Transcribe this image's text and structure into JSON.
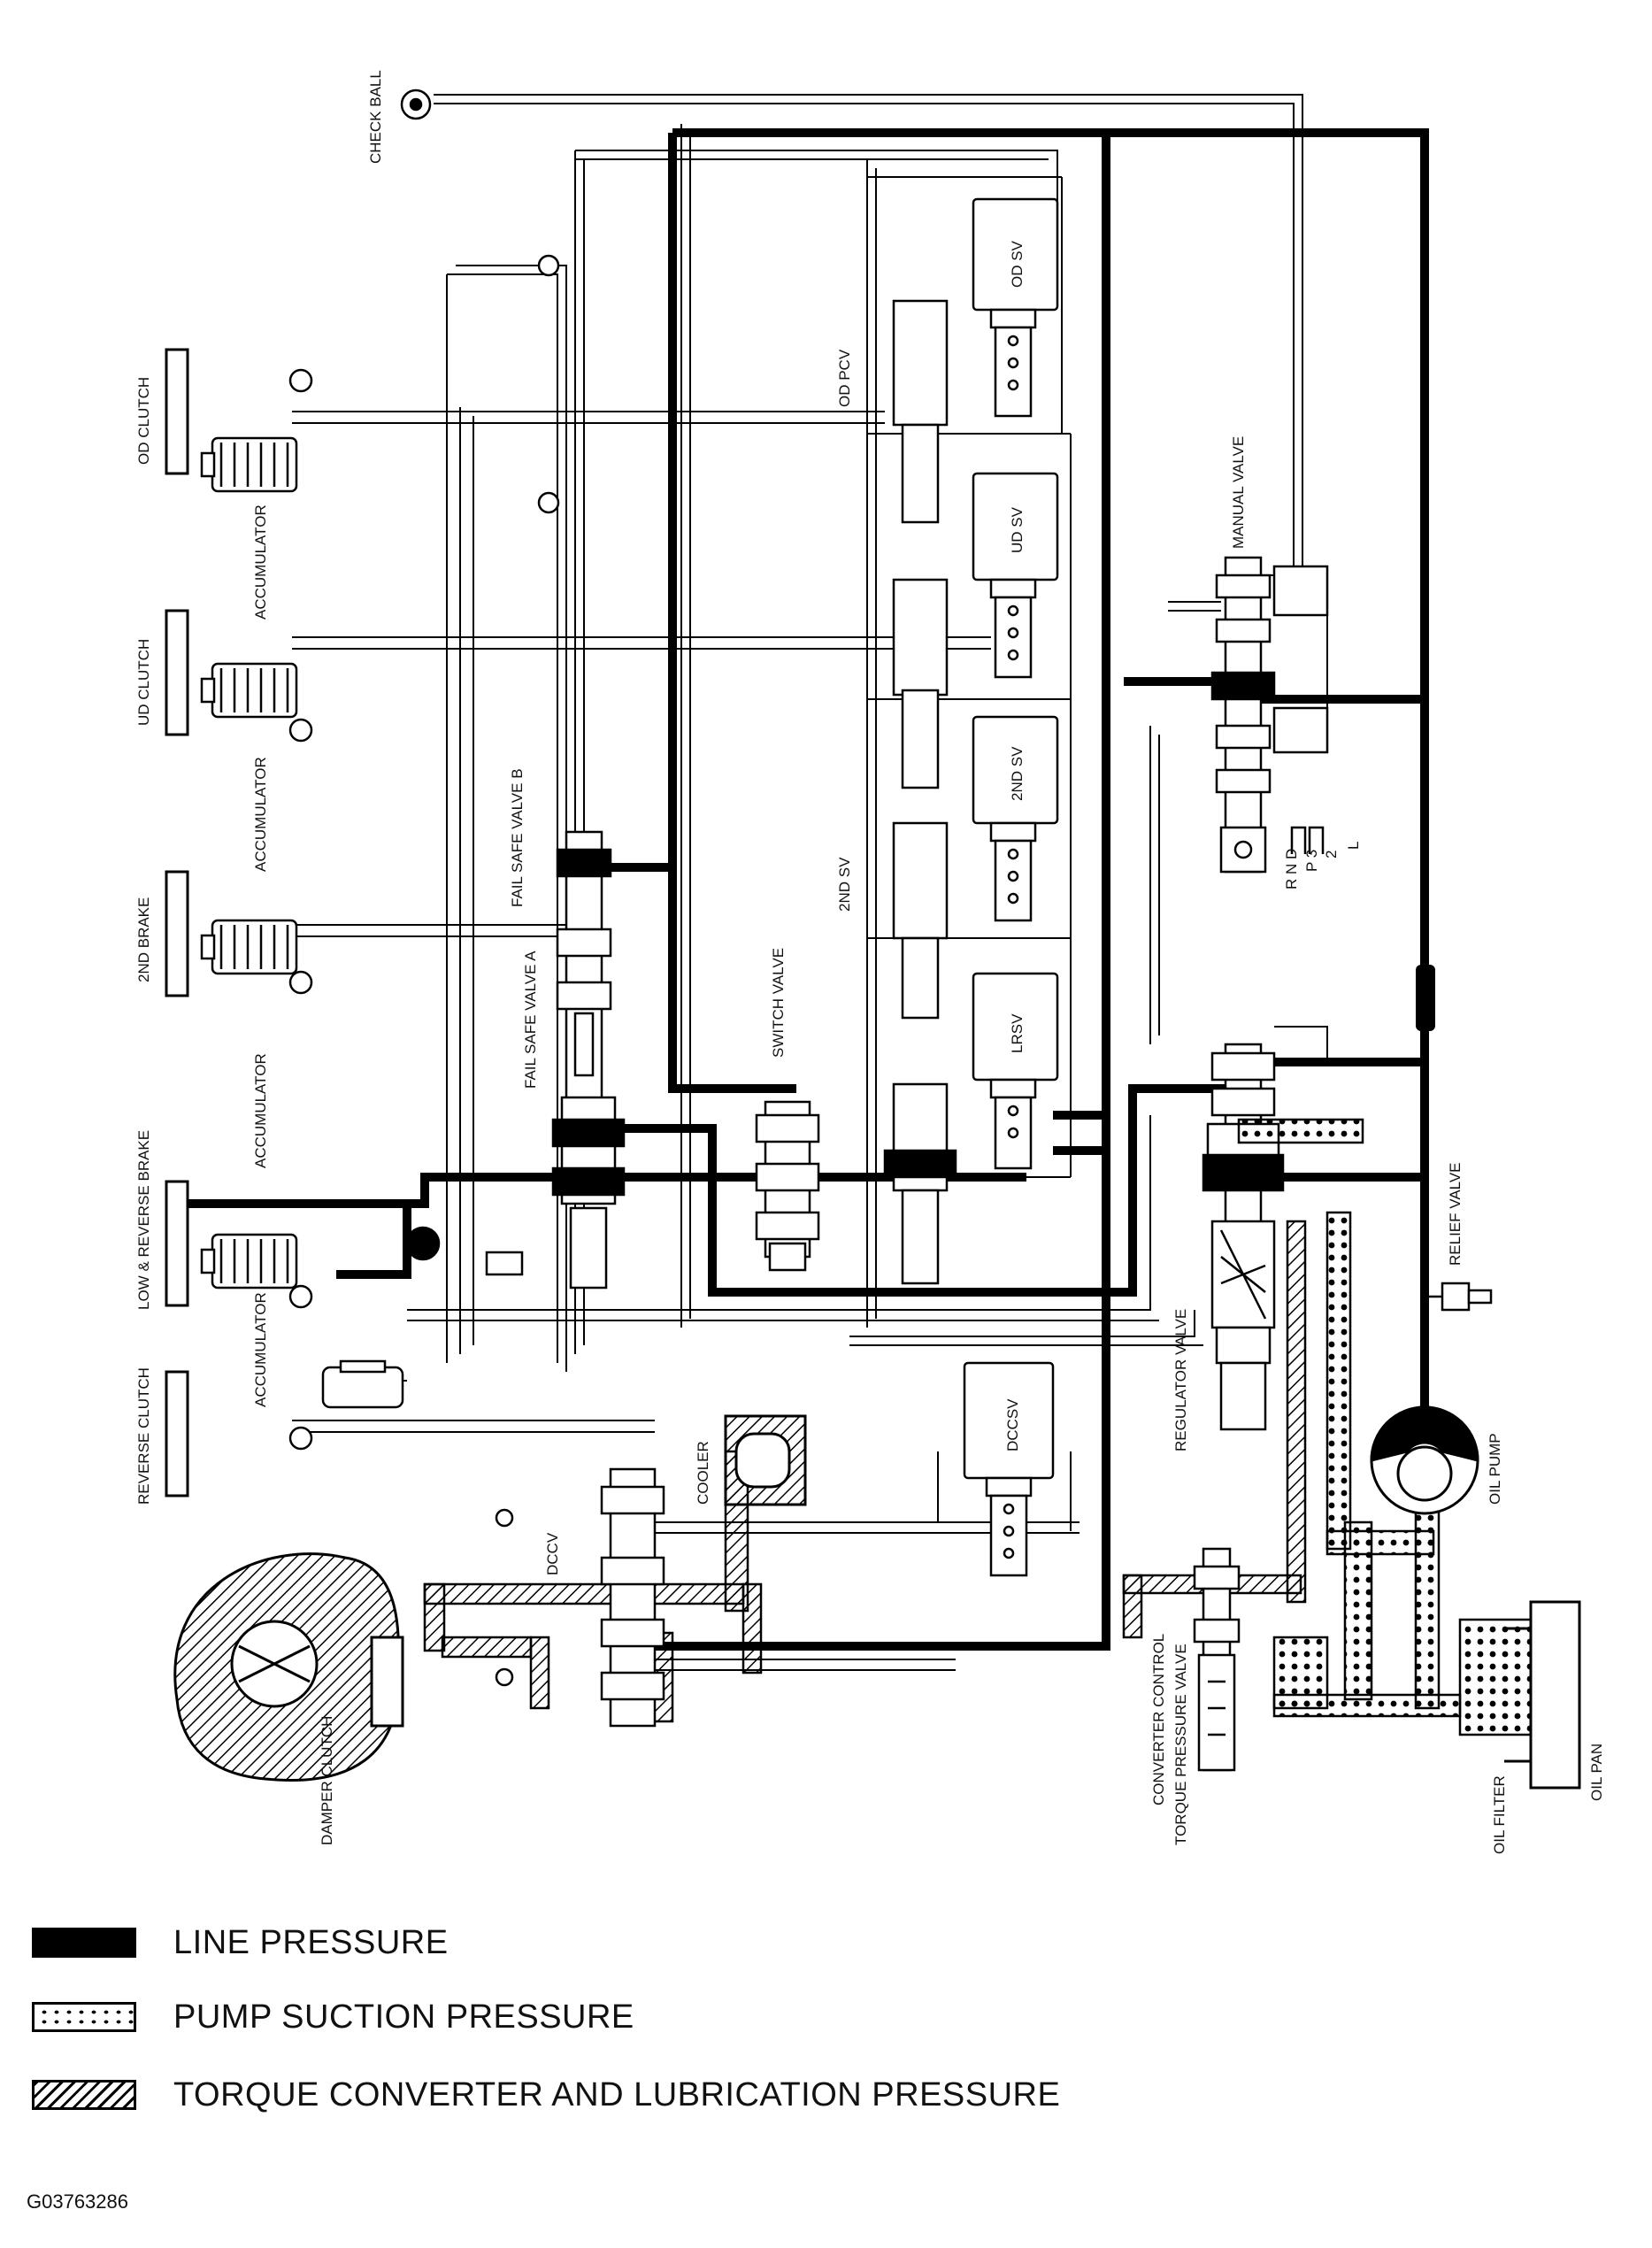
{
  "labels": {
    "check_ball": "CHECK BALL",
    "od_clutch": "OD CLUTCH",
    "accumulator_1": "ACCUMULATOR",
    "ud_clutch": "UD CLUTCH",
    "accumulator_2": "ACCUMULATOR",
    "second_brake": "2ND BRAKE",
    "accumulator_3": "ACCUMULATOR",
    "low_reverse_brake": "LOW & REVERSE BRAKE",
    "accumulator_4": "ACCUMULATOR",
    "reverse_clutch": "REVERSE CLUTCH",
    "fail_safe_valve_b": "FAIL SAFE VALVE B",
    "fail_safe_valve_a": "FAIL SAFE VALVE A",
    "switch_valve": "SWITCH VALVE",
    "od_pcv": "OD PCV",
    "second_sv_label": "2ND SV",
    "od_sv": "OD SV",
    "ud_sv": "UD SV",
    "second_sv_box": "2ND SV",
    "lrsv": "LRSV",
    "dccsv": "DCCSV",
    "manual_valve": "MANUAL VALVE",
    "gear_range": "R N D",
    "gear_p3": "P 3",
    "gear_2": "2",
    "gear_l": "L",
    "relief_valve": "RELIEF VALVE",
    "regulator_valve": "REGULATOR VALVE",
    "oil_pump": "OIL PUMP",
    "cooler": "COOLER",
    "dccv": "DCCV",
    "converter_control": "CONVERTER CONTROL",
    "torque_pressure_valve": "TORQUE PRESSURE VALVE",
    "damper_clutch": "DAMPER CLUTCH",
    "oil_filter": "OIL FILTER",
    "oil_pan": "OIL PAN"
  },
  "legend": {
    "line_pressure": "LINE PRESSURE",
    "pump_suction_pressure": "PUMP SUCTION PRESSURE",
    "torque_converter_pressure": "TORQUE CONVERTER AND LUBRICATION PRESSURE"
  },
  "figure_id": "G03763286"
}
